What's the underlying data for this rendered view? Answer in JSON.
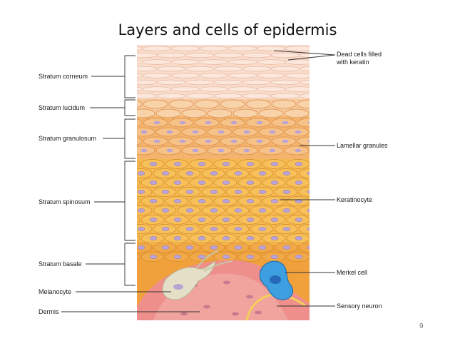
{
  "slide": {
    "title": "Layers and cells of epidermis",
    "page_number": "9"
  },
  "left_labels": {
    "stratum_corneum": "Stratum corneum",
    "stratum_lucidum": "Stratum lucidum",
    "stratum_granulosum": "Stratum granulosum",
    "stratum_spinosum": "Stratum spinosum",
    "stratum_basale": "Stratum basale",
    "melanocyte": "Melanocyte",
    "dermis": "Dermis"
  },
  "right_labels": {
    "dead_cells_line1": "Dead cells filled",
    "dead_cells_line2": "with keratin",
    "lamellar_granules": "Lamellar granules",
    "keratinocyte": "Keratinocyte",
    "merkel_cell": "Merkel cell",
    "sensory_neuron": "Sensory neuron"
  },
  "colors": {
    "corneum": "#f9dccb",
    "lucidum": "#f6c79a",
    "granulosum": "#f4b46e",
    "spinosum": "#f6b94f",
    "basale": "#f0a13c",
    "dermis": "#ee8f8b",
    "melanocyte": "#e4e0c8",
    "merkel": "#3d9fe0",
    "nucleus": "#b9a3d9",
    "neuron": "#f3cf5a"
  }
}
